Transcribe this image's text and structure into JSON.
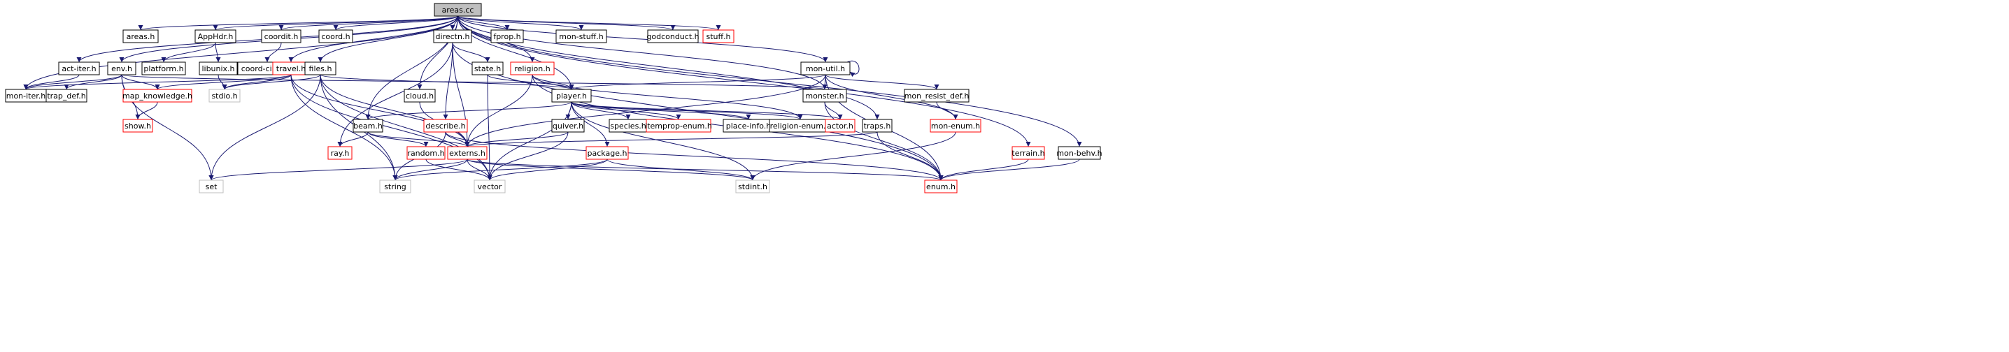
{
  "colors": {
    "edge": "#191970",
    "border_internal": "#000000",
    "border_external": "#ff0000",
    "border_system": "#bfbfbf",
    "root_fill": "#bfbfbf",
    "node_fill": "#ffffff"
  },
  "graph": {
    "root": "areas.cc",
    "nodes": [
      {
        "id": "areas_cc",
        "label": "areas.cc",
        "kind": "root"
      },
      {
        "id": "areas_h",
        "label": "areas.h",
        "kind": "internal"
      },
      {
        "id": "apphdr_h",
        "label": "AppHdr.h",
        "kind": "internal"
      },
      {
        "id": "coordit_h",
        "label": "coordit.h",
        "kind": "internal"
      },
      {
        "id": "coord_h",
        "label": "coord.h",
        "kind": "internal"
      },
      {
        "id": "directn_h",
        "label": "directn.h",
        "kind": "internal"
      },
      {
        "id": "fprop_h",
        "label": "fprop.h",
        "kind": "internal"
      },
      {
        "id": "mon_stuff_h",
        "label": "mon-stuff.h",
        "kind": "internal"
      },
      {
        "id": "godconduct_h",
        "label": "godconduct.h",
        "kind": "internal"
      },
      {
        "id": "stuff_h",
        "label": "stuff.h",
        "kind": "external"
      },
      {
        "id": "act_iter_h",
        "label": "act-iter.h",
        "kind": "internal"
      },
      {
        "id": "env_h",
        "label": "env.h",
        "kind": "internal"
      },
      {
        "id": "platform_h",
        "label": "platform.h",
        "kind": "internal"
      },
      {
        "id": "libunix_h",
        "label": "libunix.h",
        "kind": "internal"
      },
      {
        "id": "coord_circle_h",
        "label": "coord-circle.h",
        "kind": "internal"
      },
      {
        "id": "travel_h",
        "label": "travel.h",
        "kind": "external"
      },
      {
        "id": "files_h",
        "label": "files.h",
        "kind": "internal"
      },
      {
        "id": "state_h",
        "label": "state.h",
        "kind": "internal"
      },
      {
        "id": "religion_h",
        "label": "religion.h",
        "kind": "external"
      },
      {
        "id": "mon_util_h",
        "label": "mon-util.h",
        "kind": "internal"
      },
      {
        "id": "mon_iter_h",
        "label": "mon-iter.h",
        "kind": "internal"
      },
      {
        "id": "trap_def_h",
        "label": "trap_def.h",
        "kind": "internal"
      },
      {
        "id": "map_knowledge_h",
        "label": "map_knowledge.h",
        "kind": "external"
      },
      {
        "id": "stdio_h",
        "label": "stdio.h",
        "kind": "system"
      },
      {
        "id": "cloud_h",
        "label": "cloud.h",
        "kind": "internal"
      },
      {
        "id": "player_h",
        "label": "player.h",
        "kind": "internal"
      },
      {
        "id": "monster_h",
        "label": "monster.h",
        "kind": "internal"
      },
      {
        "id": "mon_resist_def_h",
        "label": "mon_resist_def.h",
        "kind": "internal"
      },
      {
        "id": "show_h",
        "label": "show.h",
        "kind": "external"
      },
      {
        "id": "beam_h",
        "label": "beam.h",
        "kind": "internal"
      },
      {
        "id": "describe_h",
        "label": "describe.h",
        "kind": "external"
      },
      {
        "id": "quiver_h",
        "label": "quiver.h",
        "kind": "internal"
      },
      {
        "id": "species_h",
        "label": "species.h",
        "kind": "internal"
      },
      {
        "id": "itemprop_enum_h",
        "label": "itemprop-enum.h",
        "kind": "external"
      },
      {
        "id": "place_info_h",
        "label": "place-info.h",
        "kind": "internal"
      },
      {
        "id": "religion_enum_h",
        "label": "religion-enum.h",
        "kind": "internal"
      },
      {
        "id": "actor_h",
        "label": "actor.h",
        "kind": "external"
      },
      {
        "id": "traps_h",
        "label": "traps.h",
        "kind": "internal"
      },
      {
        "id": "mon_enum_h",
        "label": "mon-enum.h",
        "kind": "external"
      },
      {
        "id": "terrain_h",
        "label": "terrain.h",
        "kind": "external"
      },
      {
        "id": "mon_behv_h",
        "label": "mon-behv.h",
        "kind": "internal"
      },
      {
        "id": "ray_h",
        "label": "ray.h",
        "kind": "external"
      },
      {
        "id": "random_h",
        "label": "random.h",
        "kind": "external"
      },
      {
        "id": "externs_h",
        "label": "externs.h",
        "kind": "external"
      },
      {
        "id": "package_h",
        "label": "package.h",
        "kind": "external"
      },
      {
        "id": "set_h",
        "label": "set",
        "kind": "system"
      },
      {
        "id": "string_h",
        "label": "string",
        "kind": "system"
      },
      {
        "id": "vector_h",
        "label": "vector",
        "kind": "system"
      },
      {
        "id": "stdint_h",
        "label": "stdint.h",
        "kind": "system"
      },
      {
        "id": "enum_h",
        "label": "enum.h",
        "kind": "external"
      }
    ],
    "edges": [
      [
        "areas_cc",
        "areas_h"
      ],
      [
        "areas_cc",
        "apphdr_h"
      ],
      [
        "areas_cc",
        "coordit_h"
      ],
      [
        "areas_cc",
        "coord_h"
      ],
      [
        "areas_cc",
        "directn_h"
      ],
      [
        "areas_cc",
        "fprop_h"
      ],
      [
        "areas_cc",
        "mon_stuff_h"
      ],
      [
        "areas_cc",
        "godconduct_h"
      ],
      [
        "areas_cc",
        "stuff_h"
      ],
      [
        "areas_cc",
        "act_iter_h"
      ],
      [
        "areas_cc",
        "env_h"
      ],
      [
        "areas_cc",
        "travel_h"
      ],
      [
        "areas_cc",
        "files_h"
      ],
      [
        "areas_cc",
        "religion_h"
      ],
      [
        "areas_cc",
        "mon_util_h"
      ],
      [
        "areas_cc",
        "mon_iter_h"
      ],
      [
        "areas_cc",
        "cloud_h"
      ],
      [
        "areas_cc",
        "player_h"
      ],
      [
        "areas_cc",
        "monster_h"
      ],
      [
        "areas_cc",
        "beam_h"
      ],
      [
        "areas_cc",
        "traps_h"
      ],
      [
        "areas_cc",
        "terrain_h"
      ],
      [
        "areas_cc",
        "mon_behv_h"
      ],
      [
        "apphdr_h",
        "platform_h"
      ],
      [
        "apphdr_h",
        "libunix_h"
      ],
      [
        "libunix_h",
        "stdio_h"
      ],
      [
        "coordit_h",
        "coord_circle_h"
      ],
      [
        "directn_h",
        "state_h"
      ],
      [
        "directn_h",
        "describe_h"
      ],
      [
        "directn_h",
        "externs_h"
      ],
      [
        "directn_h",
        "ray_h"
      ],
      [
        "directn_h",
        "enum_h"
      ],
      [
        "act_iter_h",
        "mon_iter_h"
      ],
      [
        "env_h",
        "mon_iter_h"
      ],
      [
        "env_h",
        "trap_def_h"
      ],
      [
        "env_h",
        "map_knowledge_h"
      ],
      [
        "env_h",
        "show_h"
      ],
      [
        "env_h",
        "monster_h"
      ],
      [
        "env_h",
        "set_h"
      ],
      [
        "travel_h",
        "mon_iter_h"
      ],
      [
        "travel_h",
        "map_knowledge_h"
      ],
      [
        "travel_h",
        "stdio_h"
      ],
      [
        "travel_h",
        "externs_h"
      ],
      [
        "travel_h",
        "string_h"
      ],
      [
        "travel_h",
        "vector_h"
      ],
      [
        "files_h",
        "stdio_h"
      ],
      [
        "files_h",
        "player_h"
      ],
      [
        "files_h",
        "externs_h"
      ],
      [
        "files_h",
        "string_h"
      ],
      [
        "files_h",
        "vector_h"
      ],
      [
        "files_h",
        "set_h"
      ],
      [
        "state_h",
        "player_h"
      ],
      [
        "state_h",
        "vector_h"
      ],
      [
        "religion_h",
        "player_h"
      ],
      [
        "religion_h",
        "externs_h"
      ],
      [
        "religion_h",
        "religion_enum_h"
      ],
      [
        "religion_h",
        "enum_h"
      ],
      [
        "mon_util_h",
        "mon_util_h"
      ],
      [
        "mon_util_h",
        "player_h"
      ],
      [
        "mon_util_h",
        "monster_h"
      ],
      [
        "mon_util_h",
        "mon_resist_def_h"
      ],
      [
        "mon_util_h",
        "mon_enum_h"
      ],
      [
        "mon_util_h",
        "externs_h"
      ],
      [
        "mon_util_h",
        "enum_h"
      ],
      [
        "map_knowledge_h",
        "show_h"
      ],
      [
        "cloud_h",
        "externs_h"
      ],
      [
        "player_h",
        "beam_h"
      ],
      [
        "player_h",
        "quiver_h"
      ],
      [
        "player_h",
        "species_h"
      ],
      [
        "player_h",
        "itemprop_enum_h"
      ],
      [
        "player_h",
        "place_info_h"
      ],
      [
        "player_h",
        "religion_enum_h"
      ],
      [
        "player_h",
        "actor_h"
      ],
      [
        "player_h",
        "package_h"
      ],
      [
        "player_h",
        "vector_h"
      ],
      [
        "player_h",
        "stdint_h"
      ],
      [
        "monster_h",
        "actor_h"
      ],
      [
        "monster_h",
        "enum_h"
      ],
      [
        "mon_resist_def_h",
        "mon_enum_h"
      ],
      [
        "beam_h",
        "ray_h"
      ],
      [
        "beam_h",
        "random_h"
      ],
      [
        "beam_h",
        "externs_h"
      ],
      [
        "describe_h",
        "externs_h"
      ],
      [
        "describe_h",
        "enum_h"
      ],
      [
        "describe_h",
        "string_h"
      ],
      [
        "quiver_h",
        "externs_h"
      ],
      [
        "quiver_h",
        "vector_h"
      ],
      [
        "traps_h",
        "externs_h"
      ],
      [
        "traps_h",
        "enum_h"
      ],
      [
        "mon_enum_h",
        "stdint_h"
      ],
      [
        "terrain_h",
        "enum_h"
      ],
      [
        "mon_behv_h",
        "enum_h"
      ],
      [
        "random_h",
        "vector_h"
      ],
      [
        "externs_h",
        "set_h"
      ],
      [
        "externs_h",
        "string_h"
      ],
      [
        "externs_h",
        "vector_h"
      ],
      [
        "externs_h",
        "stdint_h"
      ],
      [
        "externs_h",
        "enum_h"
      ],
      [
        "package_h",
        "string_h"
      ],
      [
        "package_h",
        "vector_h"
      ],
      [
        "package_h",
        "stdint_h"
      ]
    ]
  }
}
